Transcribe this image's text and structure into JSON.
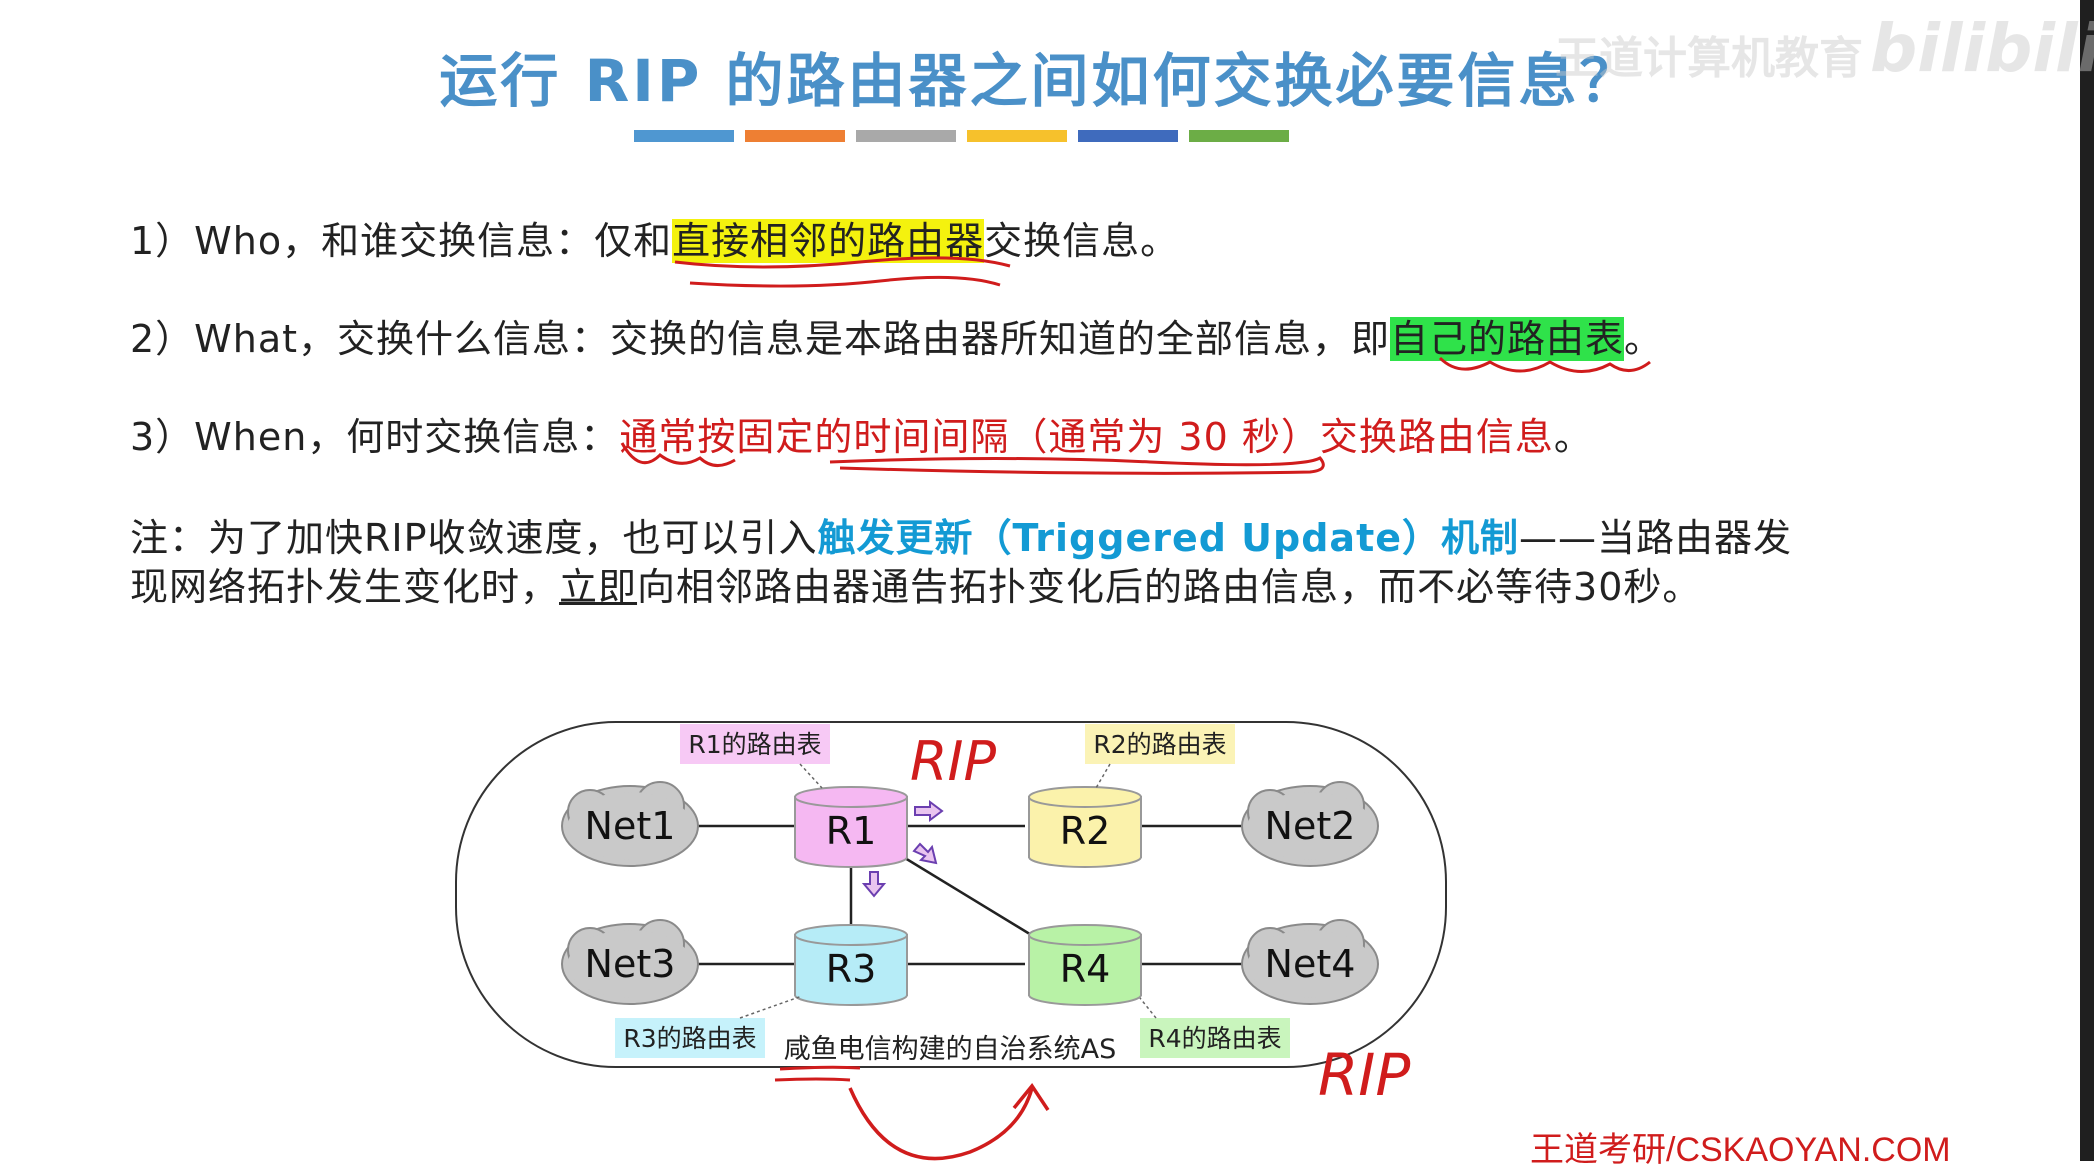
{
  "title": "运行 RIP 的路由器之间如何交换必要信息？",
  "watermark": "王道计算机教育",
  "bili_logo": "bilibili",
  "colors": {
    "title": "#4a90c8",
    "bars": [
      "#4f97d1",
      "#ee7f33",
      "#a9a9a9",
      "#f6c12c",
      "#3f6bbd",
      "#6cad46"
    ],
    "highlight_yellow": "#f4f20e",
    "highlight_green": "#2fe24a",
    "red_text": "#d01c1c",
    "blue_text": "#139ad4"
  },
  "points": {
    "p1": {
      "prefix": "1）Who，和谁交换信息：仅和",
      "highlight": "直接相邻的路由器",
      "suffix": "交换信息。"
    },
    "p2": {
      "prefix": "2）What，交换什么信息：交换的信息是本路由器所知道的全部信息，即",
      "highlight": "自己的路由表",
      "suffix": "。"
    },
    "p3": {
      "prefix": "3）When，何时交换信息：",
      "red": "通常按固定的时间间隔（通常为 30 秒）交换路由信息",
      "suffix": "。"
    }
  },
  "note": {
    "l1_prefix": "注：为了加快RIP收敛速度，也可以引入",
    "l1_blue": "触发更新（Triggered Update）机制",
    "l1_suffix": "——当路由器发",
    "l2_prefix": "现网络拓扑发生变化时，",
    "l2_underline": "立即",
    "l2_suffix": "向相邻路由器通告拓扑变化后的路由信息，而不必等待30秒。"
  },
  "diagram": {
    "routers": {
      "r1": "R1",
      "r2": "R2",
      "r3": "R3",
      "r4": "R4"
    },
    "nets": {
      "n1": "Net1",
      "n2": "Net2",
      "n3": "Net3",
      "n4": "Net4"
    },
    "tables": {
      "t1": "R1的路由表",
      "t2": "R2的路由表",
      "t3": "R3的路由表",
      "t4": "R4的路由表"
    },
    "as_label": "咸鱼电信构建的自治系统AS",
    "annotations": {
      "rip1": "RIP",
      "rip2": "RIP"
    },
    "router_colors": {
      "r1": "#f5b8f2",
      "r2": "#fbf2ab",
      "r3": "#b6ecf7",
      "r4": "#b8f2a6"
    },
    "table_colors": {
      "t1": "#f7c9f5",
      "t2": "#fbf3b6",
      "t3": "#c6f2fb",
      "t4": "#c9f5bd"
    }
  },
  "footer": "王道考研/CSKAOYAN.COM"
}
